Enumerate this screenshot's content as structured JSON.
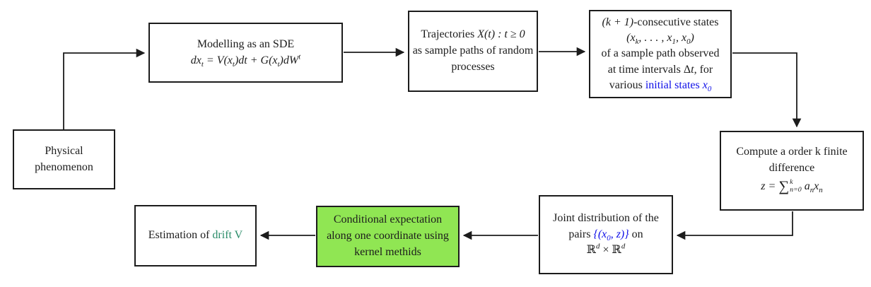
{
  "colors": {
    "box_border": "#1c1c1c",
    "kernel_box_fill": "#90e653",
    "blue_text": "#0f0fe8",
    "drift_text_green": "#2a8c69",
    "background": "#ffffff"
  },
  "boxes": {
    "physical": {
      "l1": "Physical",
      "l2": "phenomenon"
    },
    "sde": {
      "title": "Modelling as an SDE",
      "f_a": "dx",
      "f_asub": "t",
      "f_b": " = V(x",
      "f_bsub": "t",
      "f_c": ")dt + G(x",
      "f_csub": "t",
      "f_d": ")dW",
      "f_dsup": "t"
    },
    "trajectories": {
      "l1a": "Trajectories ",
      "l1b": "X(t) : t ≥ 0",
      "l2": "as sample paths of random",
      "l3": "processes"
    },
    "states": {
      "l1a": "(k + 1)",
      "l1b": "-consecutive states",
      "l2a": "(x",
      "l2asub": "k",
      "l2b": ", . . . , x",
      "l2bsub": "1",
      "l2c": ", x",
      "l2csub": "0",
      "l2d": ")",
      "l3": "of a sample path observed",
      "l4a": "at time intervals ",
      "l4b": "Δ",
      "l4c": "t",
      "l4d": ", for",
      "l5a": "various ",
      "l5b": "initial states ",
      "l5c": "x",
      "l5csub": "0"
    },
    "finite": {
      "l1": "Compute a order k finite",
      "l2": "difference",
      "f_a": "z = ",
      "f_sum": "∑",
      "f_sup": "k",
      "f_sub": "n=0",
      "f_b": " a",
      "f_bsub": "n",
      "f_c": "x",
      "f_csub": "n"
    },
    "joint": {
      "l1": "Joint distribution of the",
      "l2a": "pairs ",
      "l2b": "{(x",
      "l2bsub": "0",
      "l2c": ", z)}",
      "l2d": " on",
      "l3a": "ℝ",
      "l3asup": "d",
      "l3b": " × ℝ",
      "l3bsup": "d"
    },
    "kernel": {
      "l1": "Conditional expectation",
      "l2": "along one coordinate using",
      "l3": "kernel methids"
    },
    "estimation": {
      "a": "Estimation of ",
      "b": "drift V"
    }
  }
}
